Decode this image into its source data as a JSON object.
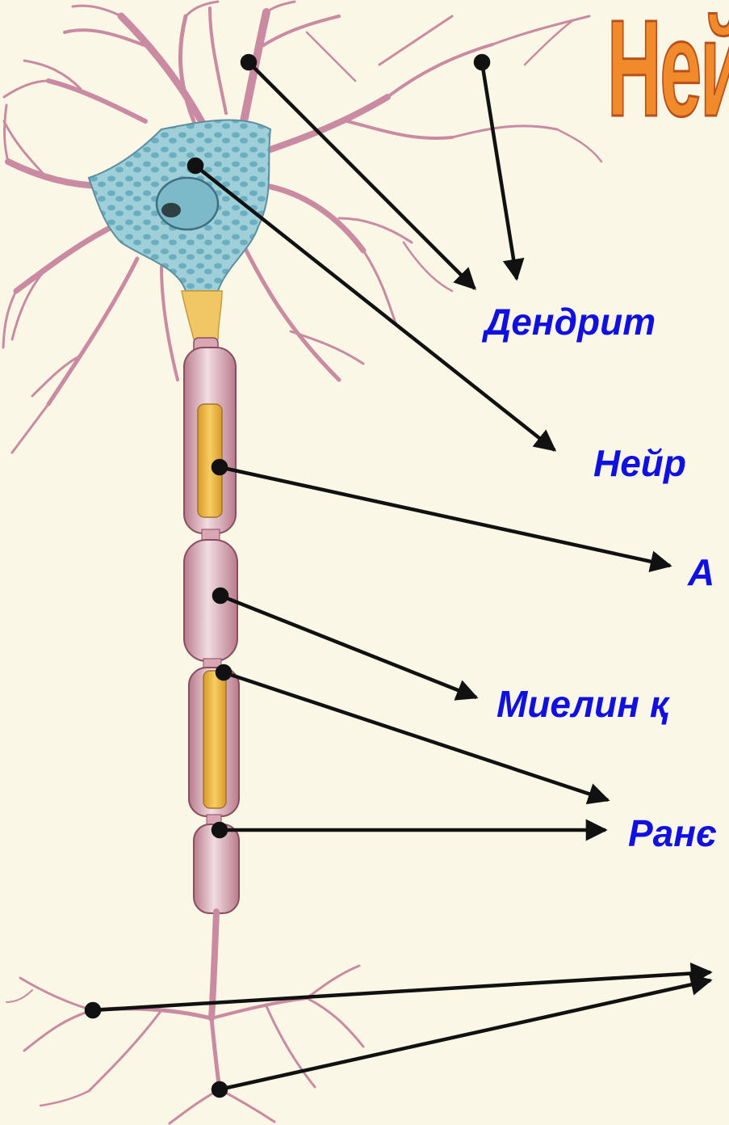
{
  "title": "Ней",
  "labels": {
    "dendrites": "Дендрит",
    "neuron_body": "Нейр",
    "axon": "А",
    "myelin": "Миелин қ",
    "ranvier": "Ранє"
  },
  "colors": {
    "label": "#1010e0",
    "title": "#f08a2a",
    "dendrite": "#c98aa2",
    "soma": "#8ec8d2",
    "axon_core": "#f2b640",
    "myelin": "#e7c3cc",
    "arrow": "#111111"
  }
}
